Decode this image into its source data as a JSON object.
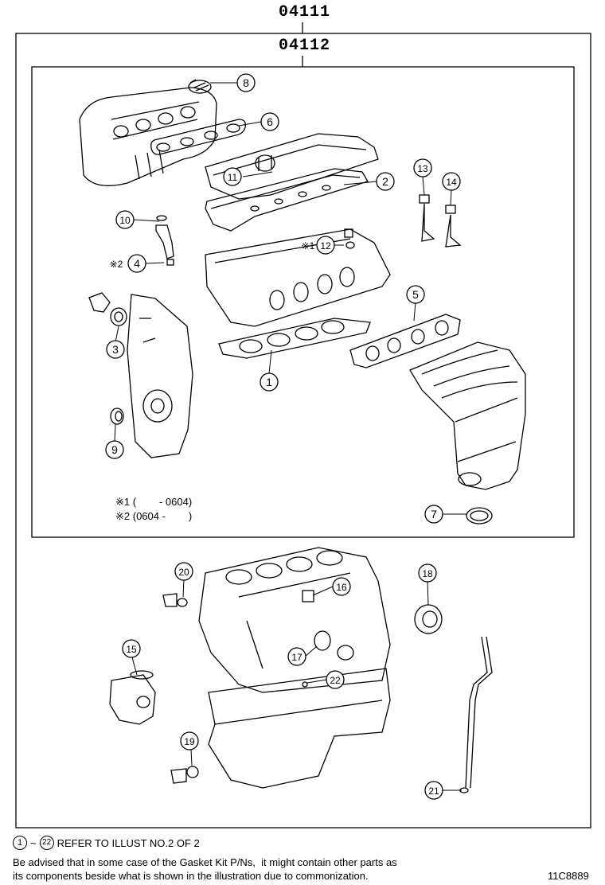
{
  "kit_outer": "04111",
  "kit_inner": "04112",
  "callouts": [
    "1",
    "2",
    "3",
    "4",
    "5",
    "6",
    "7",
    "8",
    "9",
    "10",
    "11",
    "12",
    "13",
    "14",
    "15",
    "16",
    "17",
    "18",
    "19",
    "20",
    "21",
    "22"
  ],
  "markers": {
    "star1": "※1",
    "star2": "※2"
  },
  "notes": {
    "star1": "※1 (        - 0604)",
    "star2": "※2 (0604 -        )"
  },
  "footer": {
    "range_start": "1",
    "range_tilde": "~",
    "range_end": "22",
    "refer": "REFER TO ILLUST NO.2 OF 2",
    "advice_line1": "Be advised that in some case of the Gasket Kit P/Ns,  it might contain other parts as",
    "advice_line2": "its components beside what is shown in the illustration due to commonization."
  },
  "illustration_code": "11C8889"
}
